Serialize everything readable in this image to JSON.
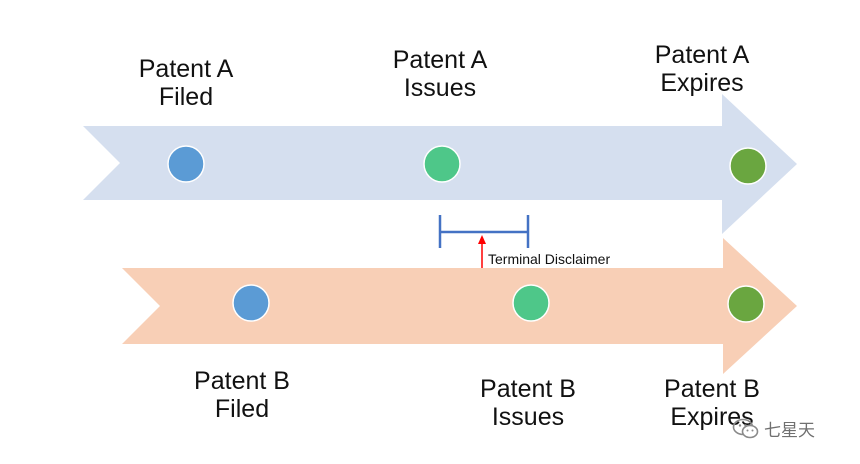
{
  "colors": {
    "arrow_a": "#d5dfef",
    "arrow_b": "#f8cfb6",
    "dot_filed": "#5b9bd5",
    "dot_issues": "#4ec789",
    "dot_expires": "#6aa640",
    "bracket": "#4472c4",
    "disclaimer_arrow": "#ff0000"
  },
  "patent_a": {
    "filed": {
      "line1": "Patent A",
      "line2": "Filed"
    },
    "issues": {
      "line1": "Patent A",
      "line2": "Issues"
    },
    "expires": {
      "line1": "Patent A",
      "line2": "Expires"
    }
  },
  "patent_b": {
    "filed": {
      "line1": "Patent B",
      "line2": "Filed"
    },
    "issues": {
      "line1": "Patent B",
      "line2": "Issues"
    },
    "expires": {
      "line1": "Patent B",
      "line2": "Expires"
    }
  },
  "terminal_disclaimer": "Terminal Disclaimer",
  "watermark": {
    "icon": "wechat-icon",
    "text": "七星天"
  }
}
